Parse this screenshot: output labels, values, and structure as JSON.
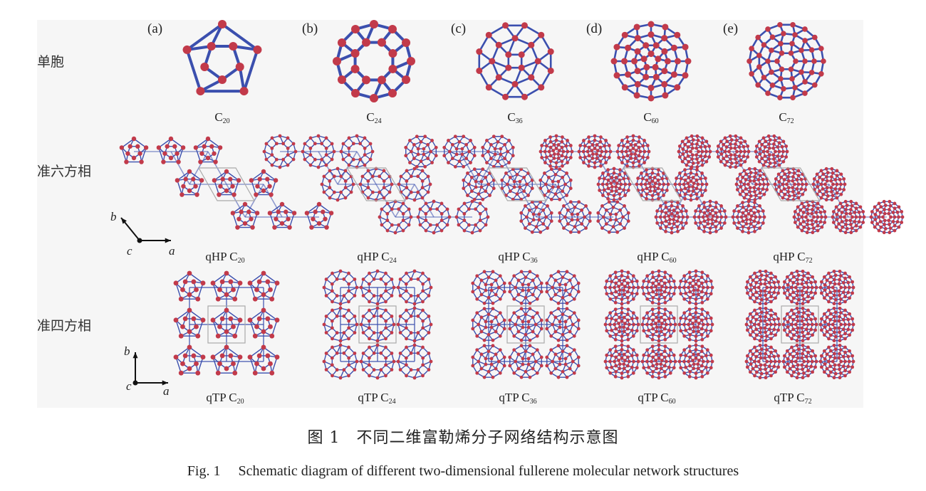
{
  "figure": {
    "columns": [
      {
        "label": "(a)",
        "molecule": "C",
        "sub": "20",
        "hp": "qHP C",
        "tp": "qTP C"
      },
      {
        "label": "(b)",
        "molecule": "C",
        "sub": "24",
        "hp": "qHP C",
        "tp": "qTP C"
      },
      {
        "label": "(c)",
        "molecule": "C",
        "sub": "36",
        "hp": "qHP C",
        "tp": "qTP C"
      },
      {
        "label": "(d)",
        "molecule": "C",
        "sub": "60",
        "hp": "qHP C",
        "tp": "qTP C"
      },
      {
        "label": "(e)",
        "molecule": "C",
        "sub": "72",
        "hp": "qHP C",
        "tp": "qTP C"
      }
    ],
    "rows": {
      "unit_cell": "单胞",
      "quasi_hexagonal": "准六方相",
      "quasi_tetragonal": "准四方相"
    },
    "axes": {
      "hex": {
        "a": "a",
        "b": "b",
        "c": "c"
      },
      "tet": {
        "a": "a",
        "b": "b",
        "c": "c"
      }
    },
    "colors": {
      "atom": "#c23a4a",
      "bond": "#3b4fae",
      "cell": "#aaaaaa"
    }
  },
  "caption": {
    "zh": "图 1　不同二维富勒烯分子网络结构示意图",
    "en": "Fig. 1　 Schematic diagram of different two-dimensional fullerene molecular network structures"
  }
}
